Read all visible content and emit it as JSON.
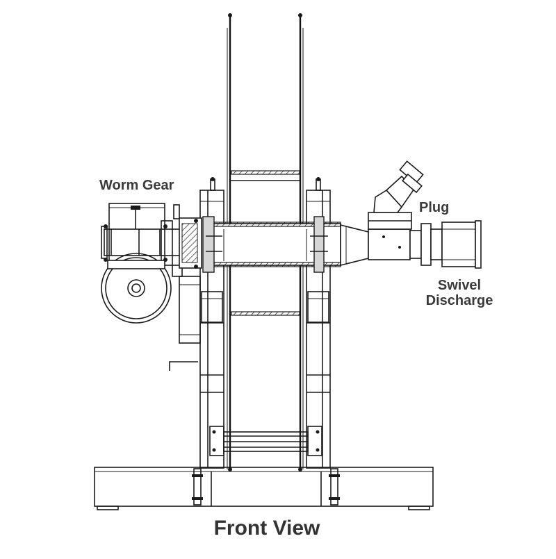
{
  "labels": {
    "worm_gear": "Worm Gear",
    "plug": "Plug",
    "swivel_discharge_line1": "Swivel",
    "swivel_discharge_line2": "Discharge",
    "view_title": "Front View"
  },
  "colors": {
    "line": "#1a1a1a",
    "label_text": "#3a3a3a",
    "background": "#ffffff"
  }
}
